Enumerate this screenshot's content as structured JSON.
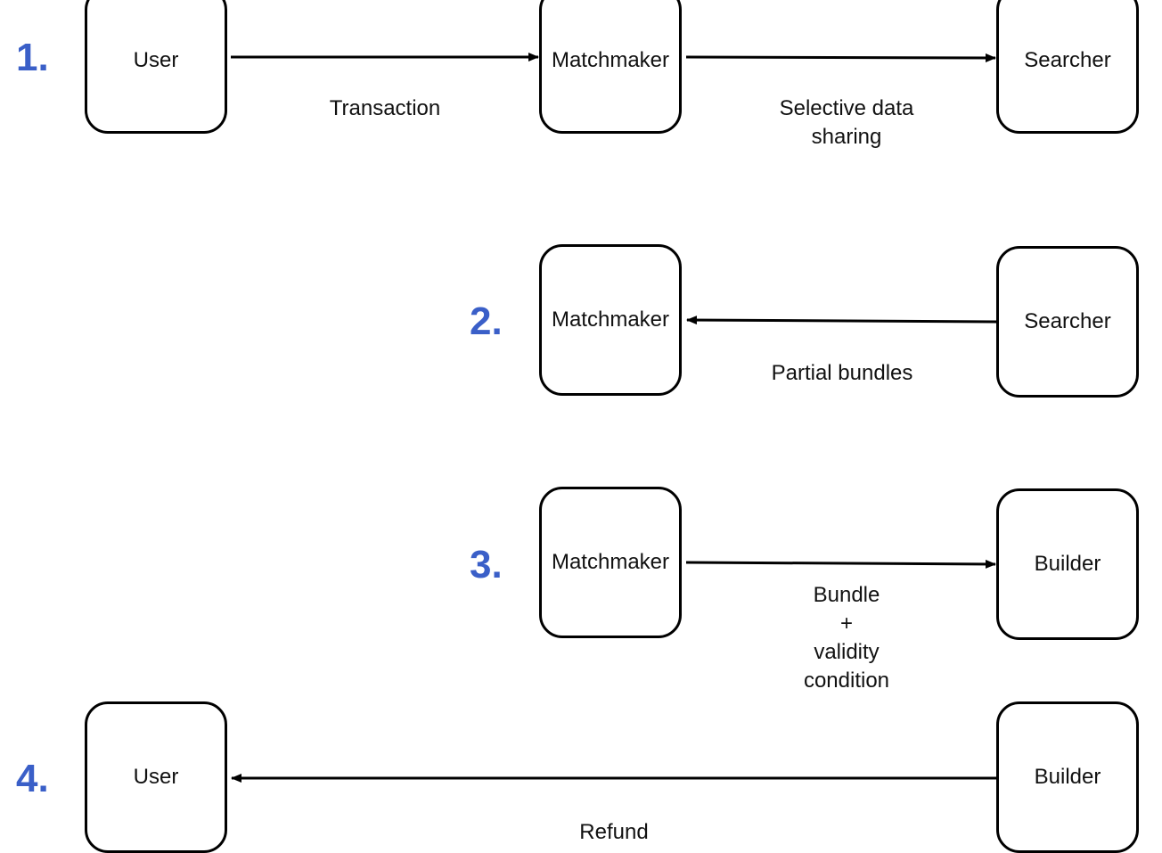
{
  "steps": [
    "1.",
    "2.",
    "3.",
    "4."
  ],
  "row1": {
    "user": "User",
    "matchmaker": "Matchmaker",
    "searcher": "Searcher",
    "edge_transaction": "Transaction",
    "edge_sharing_line1": "Selective data",
    "edge_sharing_line2": "sharing"
  },
  "row2": {
    "matchmaker": "Matchmaker",
    "searcher": "Searcher",
    "edge_partial": "Partial bundles"
  },
  "row3": {
    "matchmaker": "Matchmaker",
    "builder": "Builder",
    "edge_line1": "Bundle",
    "edge_line2": "+",
    "edge_line3": "validity",
    "edge_line4": "condition"
  },
  "row4": {
    "user": "User",
    "builder": "Builder",
    "edge_refund": "Refund"
  },
  "colors": {
    "step": "#3a5fc8",
    "stroke": "#000000"
  }
}
